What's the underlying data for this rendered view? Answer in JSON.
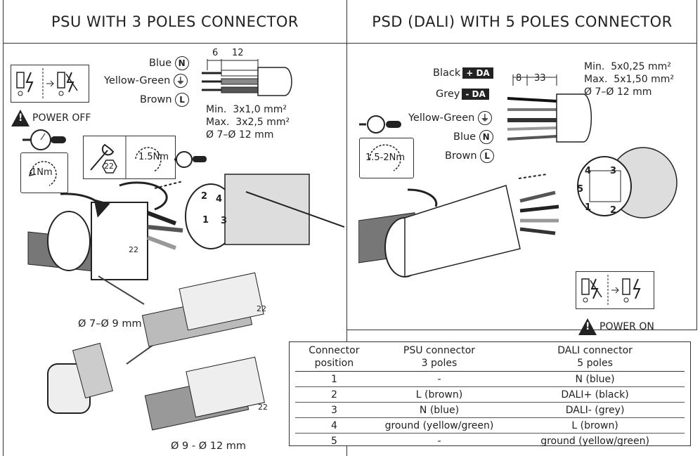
{
  "panels": {
    "left_title": "PSU WITH 3 POLES CONNECTOR",
    "right_title": "PSD (DALI) WITH 5 POLES CONNECTOR"
  },
  "left": {
    "wires": [
      {
        "name": "Blue",
        "badge": "N"
      },
      {
        "name": "Yellow-Green",
        "badge": "⏚"
      },
      {
        "name": "Brown",
        "badge": "L"
      }
    ],
    "dim_a": "6",
    "dim_b": "12",
    "spec_min": "Min.  3x1,0 mm²",
    "spec_max": "Max.  3x2,5 mm²",
    "spec_dia": "Ø 7–Ø 12 mm",
    "power_off": "POWER OFF",
    "torque_1": "1Nm",
    "torque_2": "1.5Nm",
    "wrench_size": "22",
    "nut_label": "22",
    "pins": [
      "2",
      "4",
      "1",
      "3"
    ],
    "cable_small": "Ø 7–Ø 9 mm",
    "cable_large": "Ø 9 - Ø 12 mm",
    "nut_label_b": "22",
    "nut_label_c": "22"
  },
  "right": {
    "wires": [
      {
        "name": "Black",
        "tag": "+ DA"
      },
      {
        "name": "Grey",
        "tag": "- DA"
      },
      {
        "name": "Yellow-Green",
        "badge": "⏚"
      },
      {
        "name": "Blue",
        "badge": "N"
      },
      {
        "name": "Brown",
        "badge": "L"
      }
    ],
    "dim_a": "8",
    "dim_b": "33",
    "spec_min": "Min.  5x0,25 mm²",
    "spec_max": "Max.  5x1,50 mm²",
    "spec_dia": "Ø 7–Ø 12 mm",
    "torque": "1.5-2Nm",
    "pins": [
      "4",
      "3",
      "5",
      "1",
      "2"
    ],
    "power_on": "POWER ON"
  },
  "table": {
    "headers": [
      "Connector\nposition",
      "PSU connector\n3 poles",
      "DALI connector\n5 poles"
    ],
    "rows": [
      [
        "1",
        "-",
        "N (blue)"
      ],
      [
        "2",
        "L (brown)",
        "DALI+ (black)"
      ],
      [
        "3",
        "N (blue)",
        "DALI- (grey)"
      ],
      [
        "4",
        "ground (yellow/green)",
        "L (brown)"
      ],
      [
        "5",
        "-",
        "ground (yellow/green)"
      ]
    ]
  }
}
